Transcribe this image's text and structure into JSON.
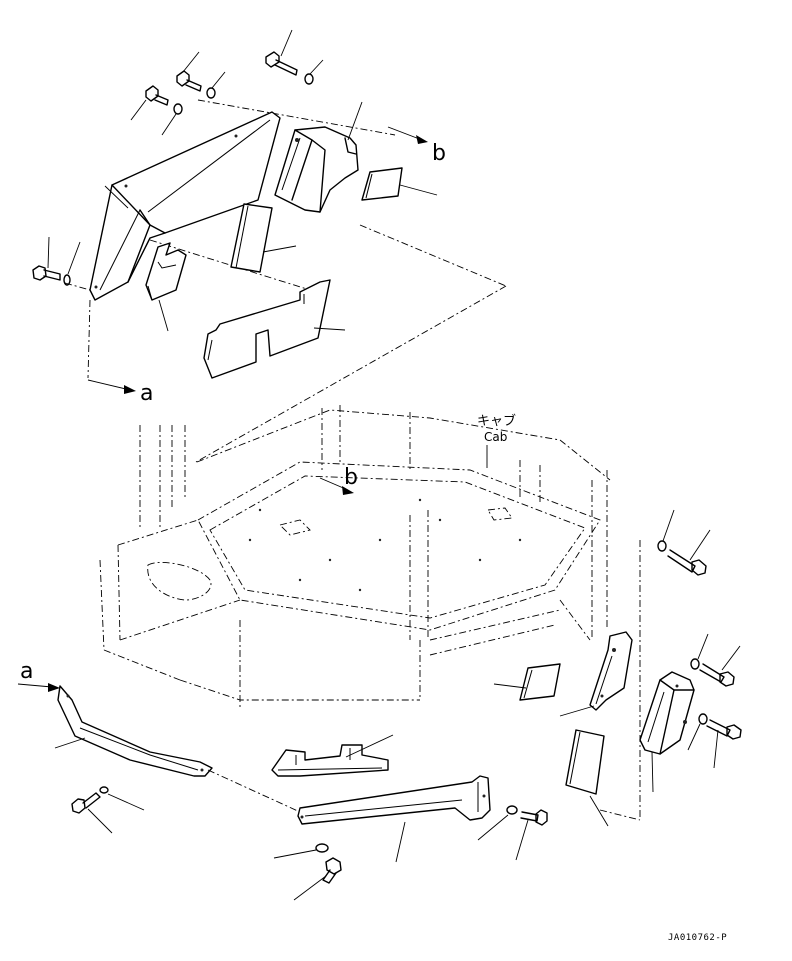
{
  "view_labels": {
    "a": "a",
    "b": "b"
  },
  "cab_label": {
    "japanese": "キャブ",
    "english": "Cab"
  },
  "drawing_code": "JA010762-P"
}
